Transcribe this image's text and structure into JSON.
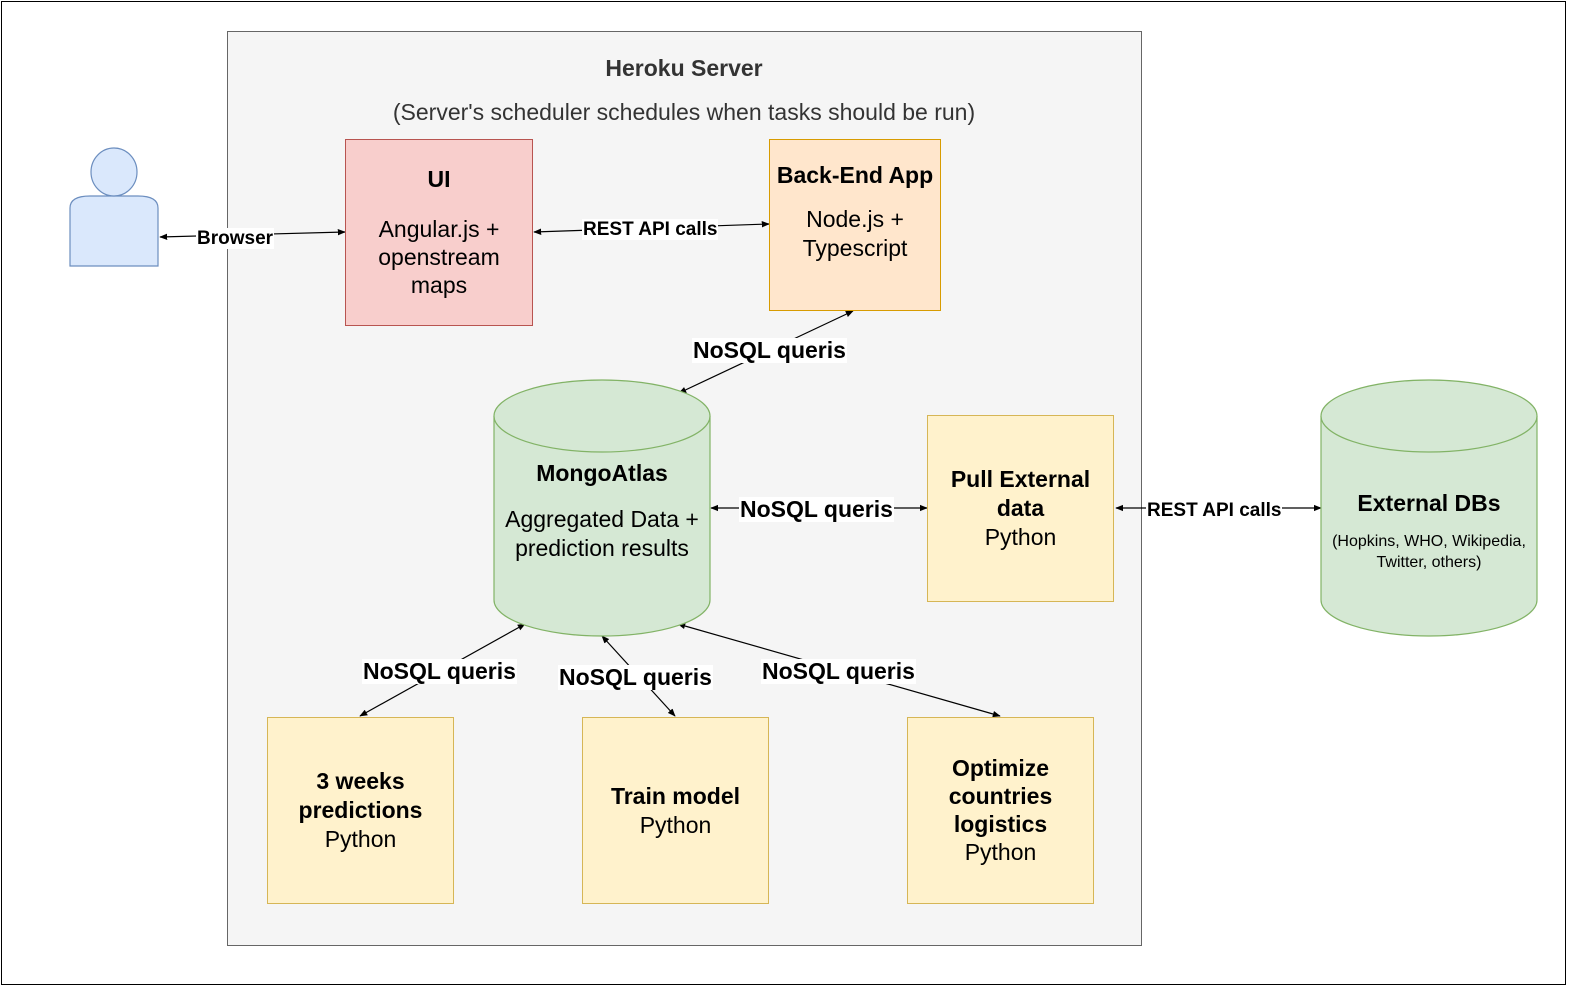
{
  "server": {
    "title": "Heroku Server",
    "subtitle": "(Server's scheduler schedules when tasks should be run)"
  },
  "nodes": {
    "ui": {
      "title": "UI",
      "body": "Angular.js + openstream maps"
    },
    "backend": {
      "title": "Back-End App",
      "body": "Node.js + Typescript"
    },
    "mongo": {
      "title": "MongoAtlas",
      "body": "Aggregated Data + prediction results"
    },
    "pull": {
      "title": "Pull External data",
      "body": "Python"
    },
    "external": {
      "title": "External DBs",
      "body": "(Hopkins, WHO, Wikipedia, Twitter, others)"
    },
    "predict": {
      "title": "3 weeks predictions",
      "body": "Python"
    },
    "train": {
      "title": "Train model",
      "body": "Python"
    },
    "optimize": {
      "title": "Optimize countries logistics",
      "body": "Python"
    }
  },
  "edges": {
    "browser": "Browser",
    "ui_backend": "REST API calls",
    "backend_mongo": "NoSQL queris",
    "mongo_pull": "NoSQL queris",
    "pull_external": "REST API calls",
    "mongo_predict": "NoSQL queris",
    "mongo_train": "NoSQL queris",
    "mongo_optimize": "NoSQL queris"
  },
  "colors": {
    "red_fill": "#f8cecc",
    "red_stroke": "#b85450",
    "orange_fill": "#ffe6cc",
    "orange_stroke": "#d79b00",
    "yellow_fill": "#fff2cc",
    "yellow_stroke": "#d6b656",
    "green_fill": "#d5e8d4",
    "green_stroke": "#82b366",
    "blue_fill": "#dae8fc",
    "blue_stroke": "#6c8ebf"
  }
}
